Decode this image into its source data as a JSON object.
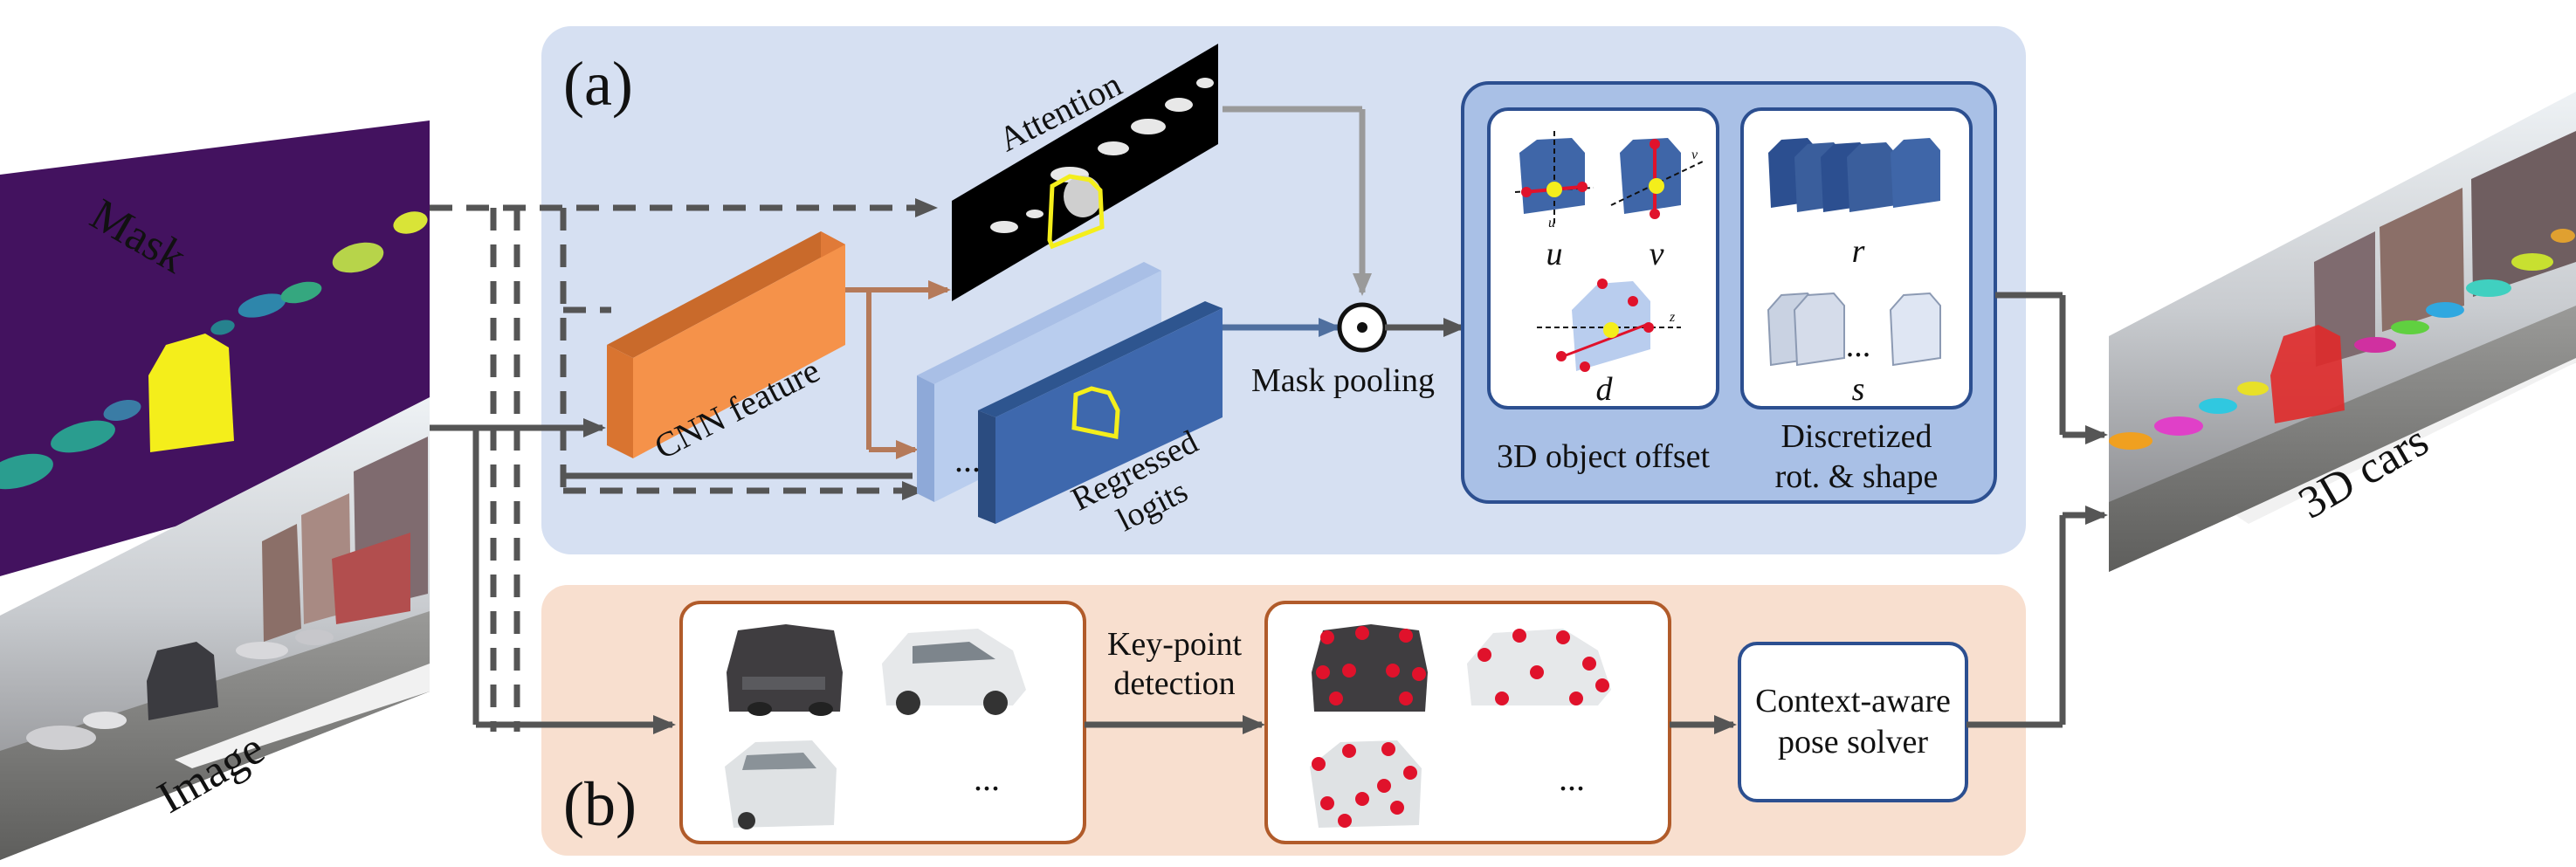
{
  "panel_a": {
    "tag": "(a)",
    "attention_label": "Attention",
    "cnn_label": "CNN feature",
    "regressed_label_line1": "Regressed",
    "regressed_label_line2": "logits",
    "ellipsis": "...",
    "mask_pooling_label": "Mask pooling",
    "offset_box": {
      "title": "3D object offset",
      "u": "u",
      "v": "v",
      "d": "d",
      "axis_u": "u",
      "axis_v": "v",
      "axis_z": "z"
    },
    "rot_shape_box": {
      "title_line1": "Discretized",
      "title_line2": "rot. & shape",
      "r": "r",
      "s": "s",
      "ellipsis": "..."
    }
  },
  "panel_b": {
    "tag": "(b)",
    "keypoint_label_line1": "Key-point",
    "keypoint_label_line2": "detection",
    "solver_label_line1": "Context-aware",
    "solver_label_line2": "pose solver",
    "ellipsis_left": "...",
    "ellipsis_right": "..."
  },
  "inputs": {
    "mask_label": "Mask",
    "image_label": "Image"
  },
  "output": {
    "label": "3D cars"
  },
  "colors": {
    "panel_a_bg": "#d6e0f2",
    "panel_b_bg": "#f8dfcf",
    "mask_purple": "#43125f",
    "car_yellow": "#f4ee1b",
    "cnn_orange": "#f5924a",
    "logits_dark_blue": "#3e68ad",
    "logits_light_blue": "#b9cdee",
    "inner_box_border": "#2c4f90",
    "panel_b_box_border": "#b15b2a",
    "arrow_dark": "#555555",
    "arrow_brown": "#b57a5a",
    "arrow_gray": "#9a9a9a",
    "keypoint_red": "#e0122b"
  }
}
